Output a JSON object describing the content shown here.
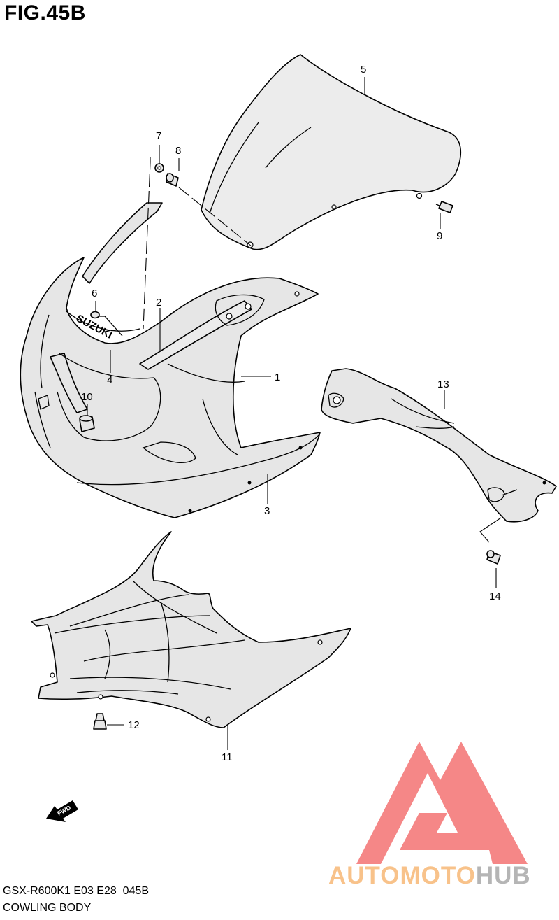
{
  "figure": {
    "title": "FIG.45B",
    "code": "GSX-R600K1 E03 E28_045B",
    "name": "COWLING BODY"
  },
  "callouts": [
    "1",
    "2",
    "3",
    "4",
    "5",
    "6",
    "7",
    "8",
    "9",
    "10",
    "11",
    "12",
    "13",
    "14"
  ],
  "badges": {
    "suzuki": "SUZUKI",
    "fwd": "FWD"
  },
  "watermark": {
    "part1": "AUTOMOTO",
    "part2": "HUB"
  },
  "colors": {
    "logo_red": "#f47a7a",
    "logo_orange": "#f8c28a",
    "logo_gray": "#b5b5b5"
  }
}
